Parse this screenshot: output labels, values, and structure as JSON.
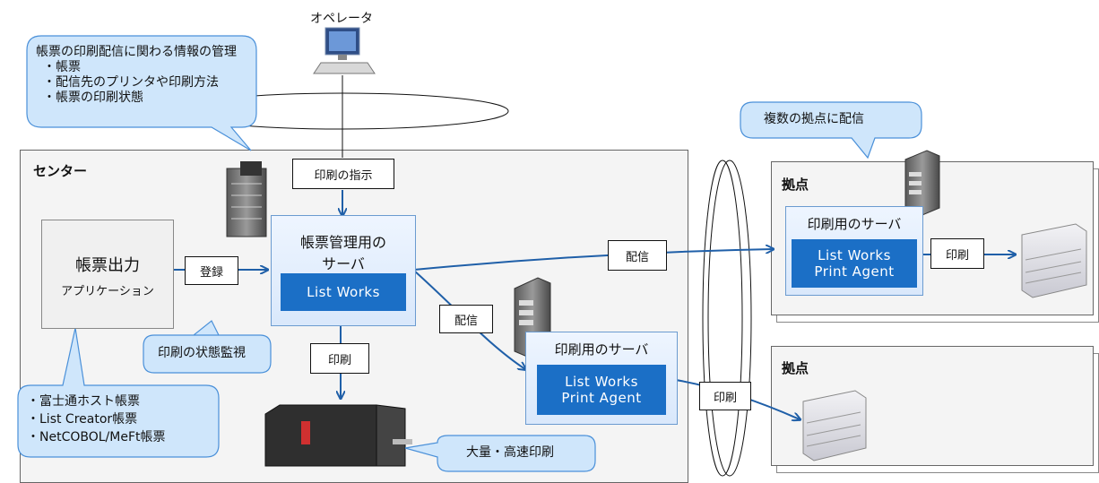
{
  "operator": {
    "label": "オペレータ"
  },
  "top_callout": {
    "title": "帳票の印刷配信に関わる情報の管理",
    "items": [
      "・帳票",
      "・配信先のプリンタや印刷方法",
      "・帳票の印刷状態"
    ]
  },
  "center": {
    "title": "センター",
    "print_instruction": "印刷の指示",
    "app": {
      "line1": "帳票出力",
      "line2": "アプリケーション"
    },
    "register_label": "登録",
    "mgmt_server": {
      "label_line1": "帳票管理用の",
      "label_line2": "サーバ",
      "product": "List Works"
    },
    "status_callout": "印刷の状態監視",
    "print_label": "印刷",
    "distribute_label": "配信",
    "print_server": {
      "label": "印刷用のサーバ",
      "product_line1": "List Works",
      "product_line2": "Print Agent"
    },
    "app_callout": [
      "・富士通ホスト帳票",
      "・List Creator帳票",
      "・NetCOBOL/MeFt帳票"
    ],
    "mass_print_callout": "大量・高速印刷"
  },
  "network_distribute_label": "配信",
  "network_print_label": "印刷",
  "multi_site_callout": "複数の拠点に配信",
  "site1": {
    "title": "拠点",
    "server_label": "印刷用のサーバ",
    "product_line1": "List Works",
    "product_line2": "Print Agent",
    "print_label": "印刷"
  },
  "site2": {
    "title": "拠点"
  },
  "colors": {
    "arrow": "#1f5fa8",
    "callout_fill": "#cfe6fb",
    "callout_stroke": "#4a90d9",
    "product": "#1b6fc6"
  }
}
